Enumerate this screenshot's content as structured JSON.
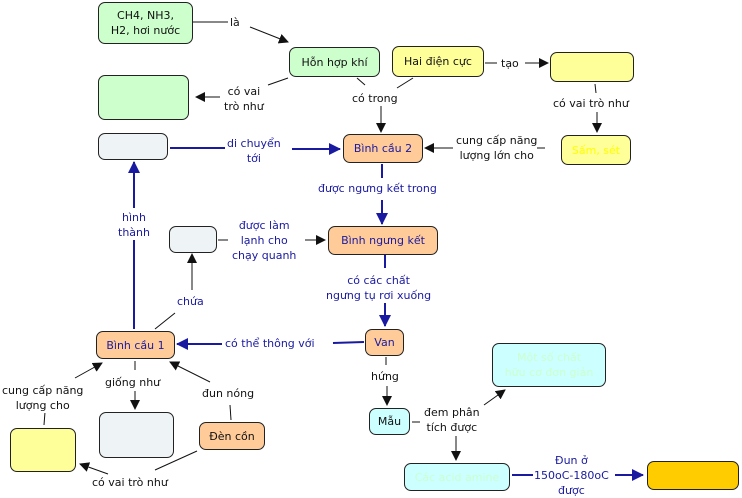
{
  "nodes": {
    "gases": "CH4, NH3,\nH2, hơi nước",
    "gas_mixture": "Hỗn hợp khí",
    "two_electrodes": "Hai điện cực",
    "unknown_yellow_top": "",
    "unknown_green_left": "",
    "thunder_lightning": "Sấm, sét",
    "unknown_grey_top": "",
    "flask_2": "Bình cầu 2",
    "unknown_grey_mid": "",
    "condenser": "Bình ngưng kết",
    "valve": "Van",
    "flask_1": "Bình cầu 1",
    "sample": "Mẫu",
    "simple_organics": "Một số chất\nhữu cơ đơn giản",
    "unknown_yellow_bottom": "",
    "unknown_grey_bottom": "",
    "alcohol_lamp": "Đèn cồn",
    "amino_acids": "Các acid amine",
    "unknown_gold": ""
  },
  "links": {
    "is": "là",
    "plays_role_1": "có vai\ntrò như",
    "contained_in": "có trong",
    "creates": "tạo",
    "plays_role_2": "có vai trò như",
    "supplies_energy_large": "cung cấp năng\nlượng lớn cho",
    "moves_to": "di chuyển\ntới",
    "condensed_in": "được ngưng kết trong",
    "formed": "hình\nthành",
    "cooled": "được làm\nlạnh cho\nchạy quanh",
    "drops": "có các chất\nngưng tụ rơi xuống",
    "contains": "chứa",
    "connects": "có thể thông với",
    "catches": "hứng",
    "supplies_energy": "cung cấp năng\nlượng cho",
    "like": "giống như",
    "heats": "đun nóng",
    "analyzed": "đem phân\ntích được",
    "plays_role_3": "có vai trò như",
    "heated_at": "Đun ở\n150oC-180oC\nđược"
  },
  "colors": {
    "black_link": "#111111",
    "blue_link": "#1a1aa0",
    "green_node": "#ccffcc",
    "yellow_node": "#ffff99",
    "orange_node": "#ffcc99",
    "grey_node": "#eef3f5",
    "cyan_node": "#ccffff",
    "gold_node": "#ffcc00"
  }
}
